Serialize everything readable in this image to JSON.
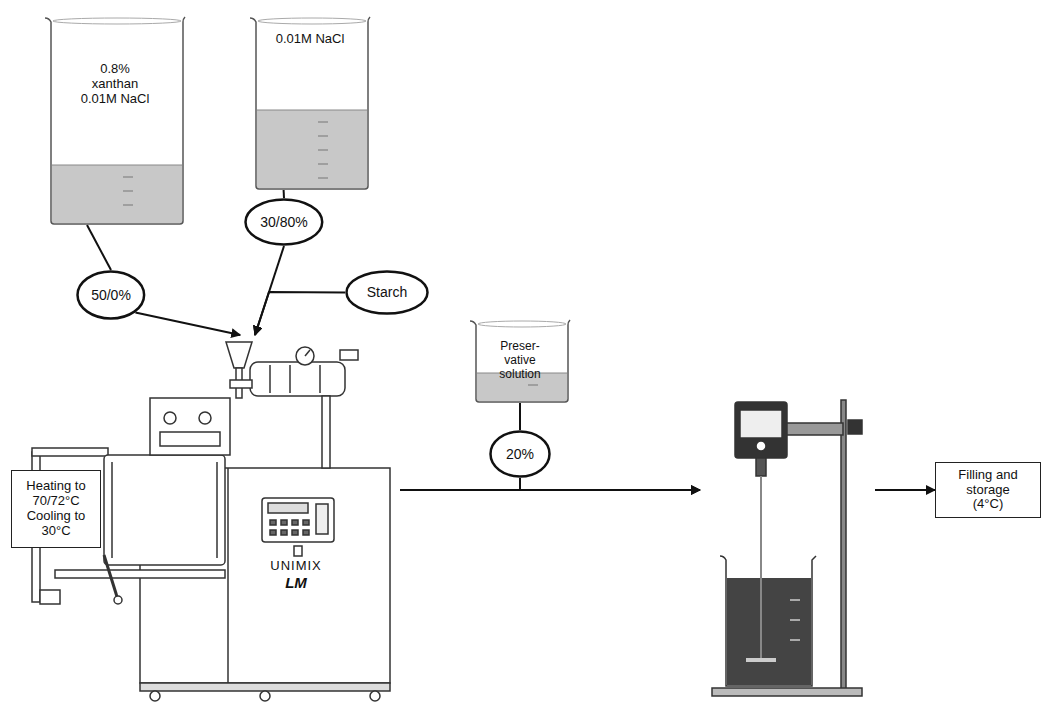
{
  "diagram": {
    "nodes": [
      {
        "text": [
          "0.8% xanthan 0.01M NaCl"
        ]
      },
      {
        "text": [
          "0.01M NaCl"
        ]
      },
      {
        "text": [
          "50/0%"
        ]
      },
      {
        "text": [
          "30/80%"
        ]
      },
      {
        "text": [
          "Starch"
        ]
      },
      {
        "text": [
          "Heating to 70/72°C Cooling to 30°C"
        ]
      },
      {
        "text": [
          "UNIMIX",
          "LM"
        ]
      },
      {
        "text": [
          "Preser- vative solution"
        ]
      },
      {
        "text": [
          "20%"
        ]
      },
      {
        "text": []
      },
      {
        "text": [
          "Filling and storage (4°C)"
        ]
      }
    ],
    "edges": [
      {
        "from": 0,
        "to": 2,
        "arrow": "none"
      },
      {
        "from": 2,
        "to": 6,
        "arrow": "to"
      },
      {
        "from": 1,
        "to": 3,
        "arrow": "none"
      },
      {
        "from": 3,
        "to": 6,
        "arrow": "to"
      },
      {
        "from": 4,
        "to": 6,
        "arrow": "to"
      },
      {
        "from": 6,
        "to": 9,
        "arrow": "to"
      },
      {
        "from": 7,
        "to": 8,
        "arrow": "none"
      },
      {
        "from": 8,
        "to": 9,
        "arrow": "to"
      },
      {
        "from": 9,
        "to": 10,
        "arrow": "to"
      }
    ]
  }
}
